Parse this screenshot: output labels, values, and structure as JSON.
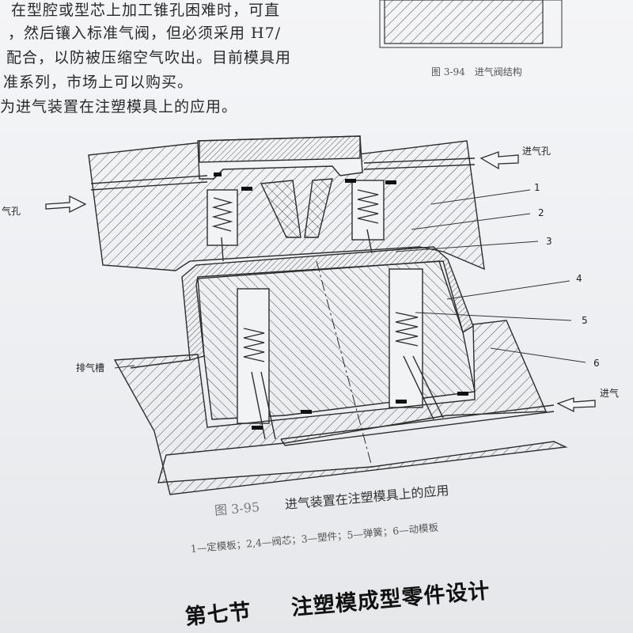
{
  "body_text": {
    "lines": [
      "在型腔或型芯上加工锥孔困难时，可直",
      "，然后镶入标准气阀，但必须采用 H7/",
      "配合，以防被压缩空气吹出。目前模具用",
      "准系列，市场上可以购买。",
      "为进气装置在注塑模具上的应用。"
    ]
  },
  "figure_94": {
    "caption": "图 3-94　进气阀结构"
  },
  "figure_95": {
    "labels": {
      "inlet_top_right": "进气孔",
      "inlet_left": "气孔",
      "vent_groove": "排气槽",
      "inlet_bottom_right": "进气",
      "n1": "1",
      "n2": "2",
      "n3": "3",
      "n4": "4",
      "n5": "5",
      "n6": "6"
    },
    "caption_number": "图 3-95",
    "caption_title": "进气装置在注塑模具上的应用",
    "caption_detail": "1—定模板；2,4—阀芯；3—塑件；5—弹簧；6—动模板"
  },
  "section_heading": {
    "number": "第七节",
    "title": "注塑模成型零件设计"
  }
}
